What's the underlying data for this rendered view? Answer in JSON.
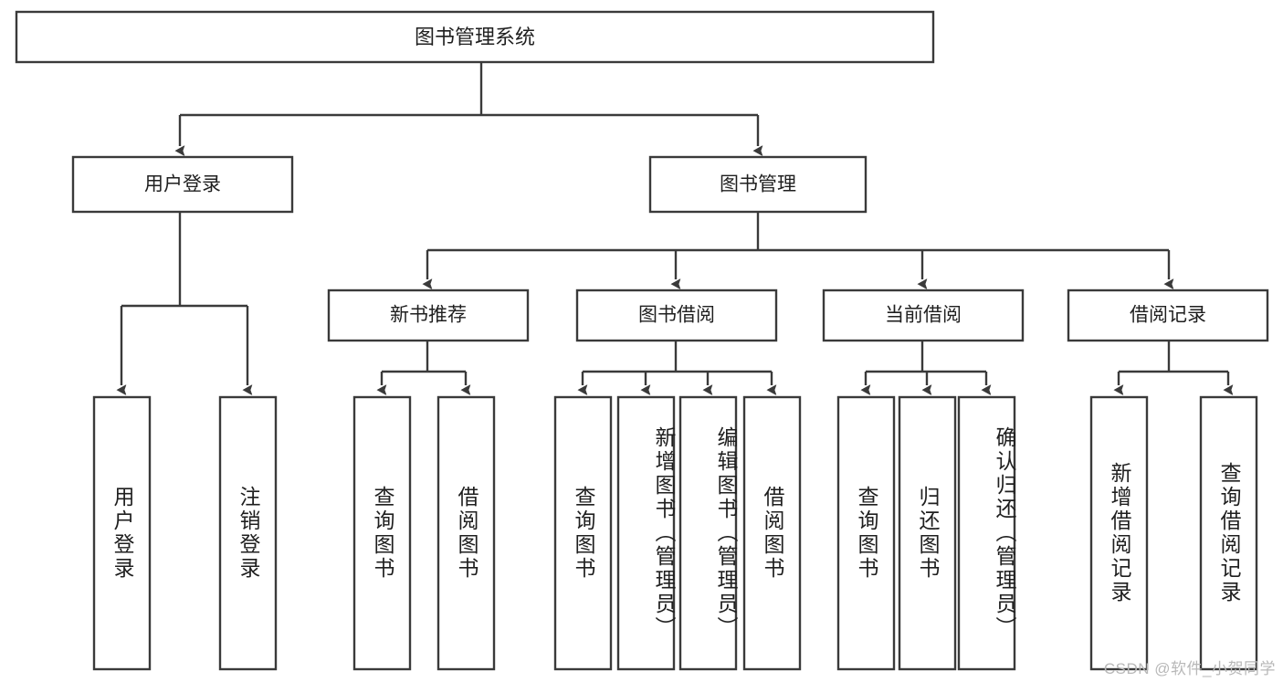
{
  "diagram": {
    "title": "图书管理系统",
    "type": "tree-hierarchy-diagram",
    "colors": {
      "stroke": "#3a3a3a",
      "fill": "#ffffff",
      "text": "#1f1f1f",
      "watermark": "#b8b8b8"
    },
    "root": {
      "label": "图书管理系统"
    },
    "level2": [
      {
        "id": "user-login",
        "label": "用户登录"
      },
      {
        "id": "book-management",
        "label": "图书管理"
      }
    ],
    "level3": [
      {
        "id": "new-book-recommend",
        "label": "新书推荐",
        "parent": "book-management"
      },
      {
        "id": "book-borrow",
        "label": "图书借阅",
        "parent": "book-management"
      },
      {
        "id": "current-borrow",
        "label": "当前借阅",
        "parent": "book-management"
      },
      {
        "id": "borrow-record",
        "label": "借阅记录",
        "parent": "book-management"
      }
    ],
    "leaves": [
      {
        "id": "leaf-user-login",
        "label": "用户登录",
        "parent": "user-login"
      },
      {
        "id": "leaf-logout-login",
        "label": "注销登录",
        "parent": "user-login"
      },
      {
        "id": "leaf-query-book-1",
        "label": "查询图书",
        "parent": "new-book-recommend"
      },
      {
        "id": "leaf-borrow-book-1",
        "label": "借阅图书",
        "parent": "new-book-recommend"
      },
      {
        "id": "leaf-query-book-2",
        "label": "查询图书",
        "parent": "book-borrow"
      },
      {
        "id": "leaf-add-book",
        "label": "新增图书（管理员）",
        "parent": "book-borrow"
      },
      {
        "id": "leaf-edit-book",
        "label": "编辑图书（管理员）",
        "parent": "book-borrow"
      },
      {
        "id": "leaf-borrow-book-2",
        "label": "借阅图书",
        "parent": "book-borrow"
      },
      {
        "id": "leaf-query-book-3",
        "label": "查询图书",
        "parent": "current-borrow"
      },
      {
        "id": "leaf-return-book",
        "label": "归还图书",
        "parent": "current-borrow"
      },
      {
        "id": "leaf-confirm-return",
        "label": "确认归还（管理员）",
        "parent": "current-borrow"
      },
      {
        "id": "leaf-add-record",
        "label": "新增借阅记录",
        "parent": "borrow-record"
      },
      {
        "id": "leaf-query-record",
        "label": "查询借阅记录",
        "parent": "borrow-record"
      }
    ]
  },
  "watermark": {
    "text": "CSDN @软件_小贺同学"
  }
}
